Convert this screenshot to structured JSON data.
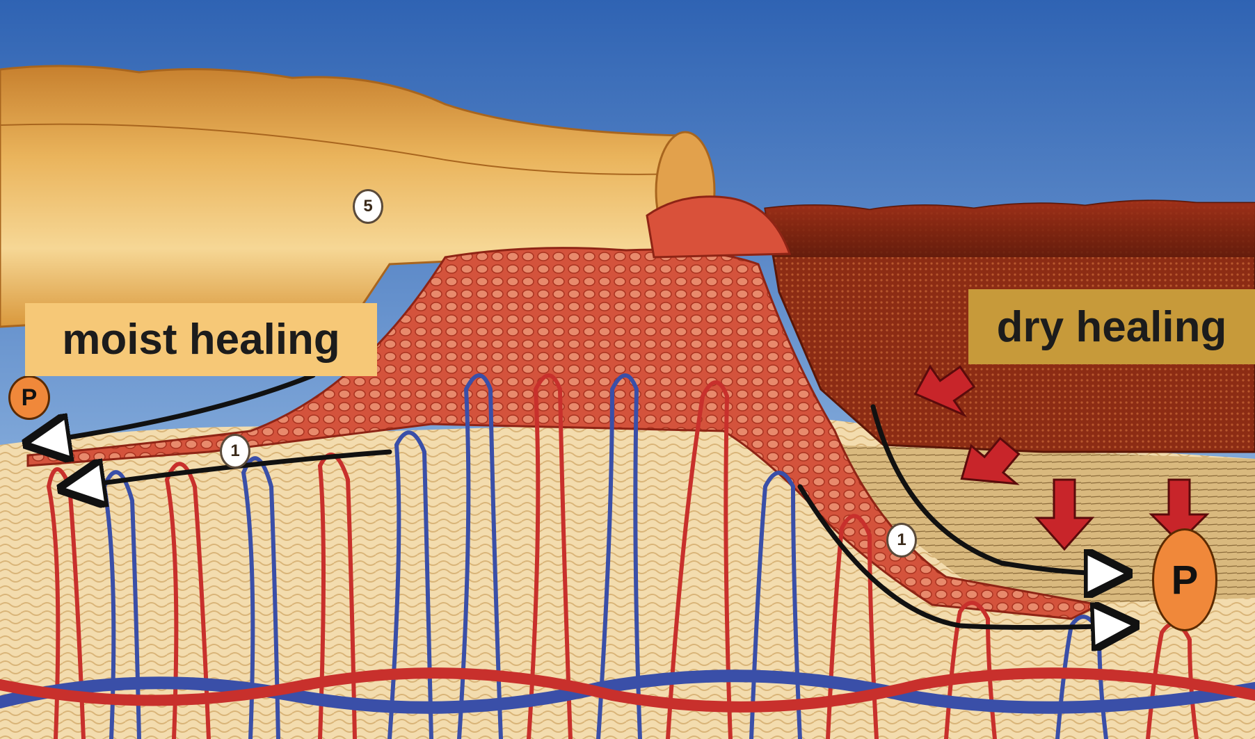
{
  "labels": {
    "moist_healing": "moist healing",
    "dry_healing": "dry healing"
  },
  "markers": {
    "dressing_number": "5",
    "epithelium_number_left": "1",
    "epithelium_number_right": "1",
    "p_left": "P",
    "p_right": "P"
  },
  "colors": {
    "sky": "#4d7fc4",
    "dressing": "#e8a84a",
    "scab": "#8a2a14",
    "epithelium": "#d2553f",
    "dermis": "#f2d8a6",
    "artery": "#c8302c",
    "vein": "#3a4fa8",
    "label_moist_bg": "#f6c877",
    "label_dry_bg": "#c79a3a",
    "p_marker": "#f0883a",
    "red_arrow": "#c8252a"
  }
}
